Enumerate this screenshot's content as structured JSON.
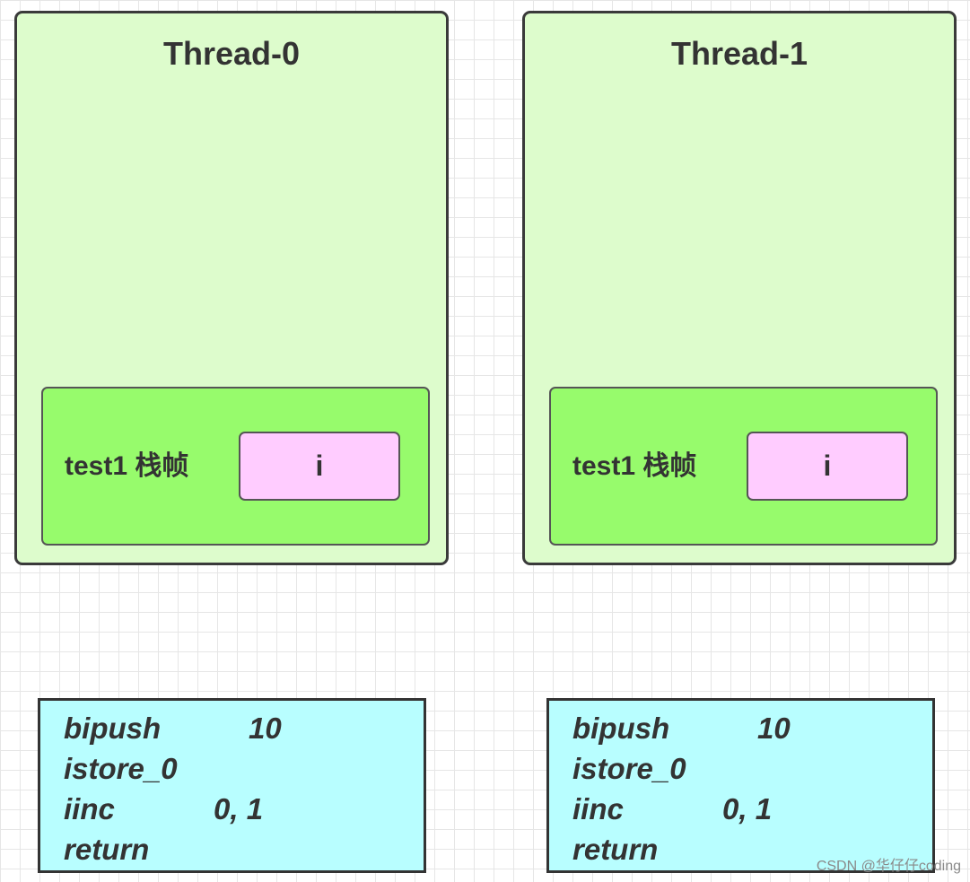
{
  "threads": [
    {
      "title": "Thread-0",
      "frame": {
        "label": "test1 栈帧",
        "variable": "i"
      },
      "code": [
        {
          "op": "bipush",
          "arg": "10"
        },
        {
          "op": "istore_0",
          "arg": ""
        },
        {
          "op": "iinc",
          "arg": "0, 1"
        },
        {
          "op": "return",
          "arg": ""
        }
      ]
    },
    {
      "title": "Thread-1",
      "frame": {
        "label": "test1 栈帧",
        "variable": "i"
      },
      "code": [
        {
          "op": "bipush",
          "arg": "10"
        },
        {
          "op": "istore_0",
          "arg": ""
        },
        {
          "op": "iinc",
          "arg": "0, 1"
        },
        {
          "op": "return",
          "arg": ""
        }
      ]
    }
  ],
  "watermark": "CSDN @华仔仔coding",
  "colors": {
    "thread_bg": "#ddfccc",
    "frame_bg": "#97fb6c",
    "variable_bg": "#ffccff",
    "code_bg": "#b8feff"
  }
}
